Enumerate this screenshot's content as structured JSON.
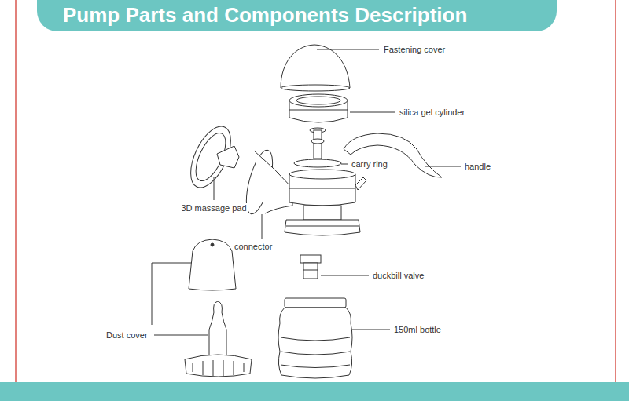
{
  "diagram": {
    "title": "Pump Parts and Components Description",
    "labels": [
      "Fastening cover",
      "silica gel cylinder",
      "carry ring",
      "handle",
      "3D massage pad",
      "connector",
      "duckbill valve",
      "Dust cover",
      "150ml bottle"
    ]
  }
}
